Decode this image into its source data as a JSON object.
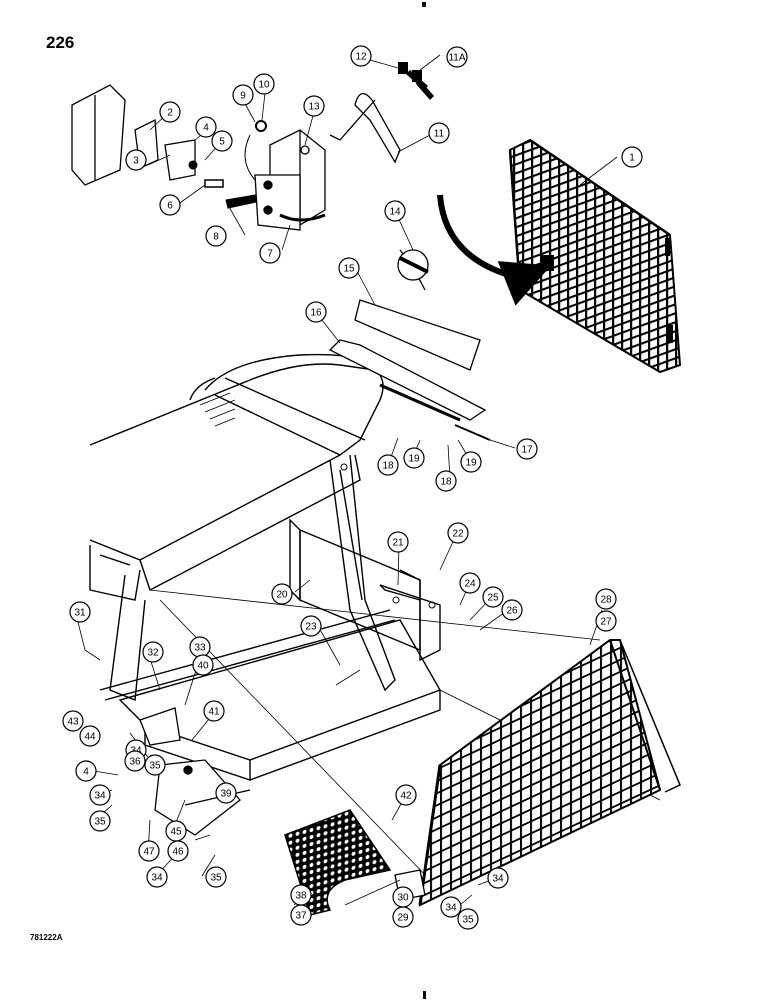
{
  "page_number": "226",
  "drawing_id": "781222A",
  "callouts": [
    "1",
    "2",
    "3",
    "4",
    "5",
    "6",
    "7",
    "8",
    "9",
    "10",
    "11",
    "11A",
    "12",
    "13",
    "14",
    "15",
    "16",
    "17",
    "18",
    "18",
    "19",
    "19",
    "20",
    "21",
    "22",
    "23",
    "24",
    "25",
    "26",
    "27",
    "28",
    "29",
    "30",
    "31",
    "32",
    "33",
    "34",
    "34",
    "34",
    "34",
    "34",
    "35",
    "35",
    "35",
    "35",
    "36",
    "37",
    "38",
    "39",
    "40",
    "41",
    "42",
    "43",
    "44",
    "45",
    "46",
    "47",
    "4"
  ]
}
